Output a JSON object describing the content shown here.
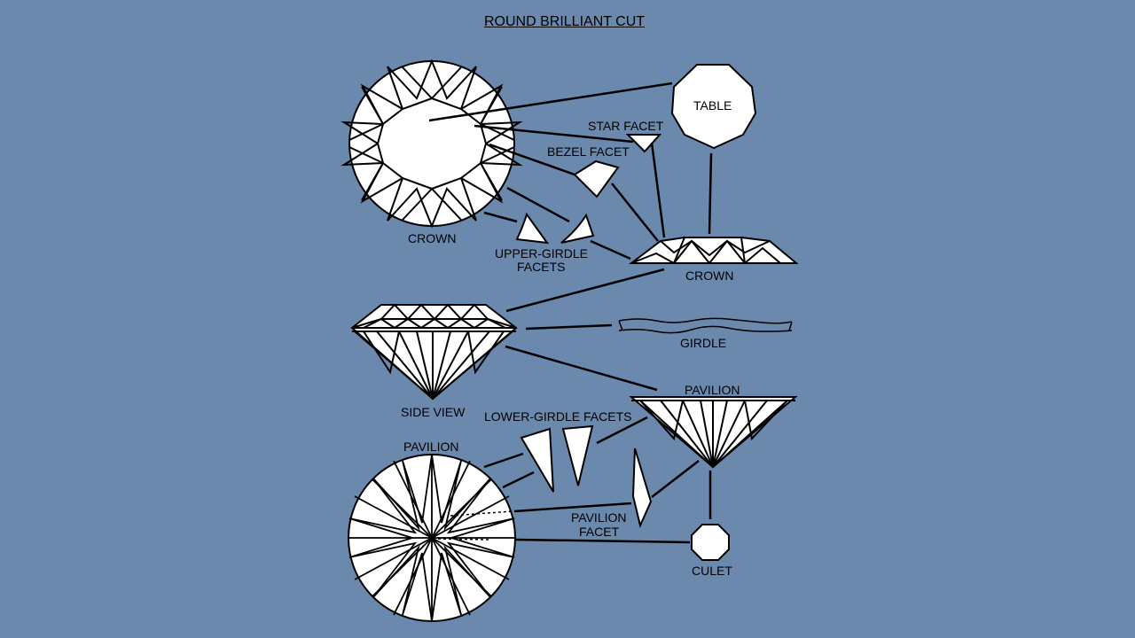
{
  "title": "ROUND BRILLIANT CUT",
  "labels": {
    "table": "TABLE",
    "star_facet": "STAR FACET",
    "bezel_facet": "BEZEL FACET",
    "crown_top": "CROWN",
    "upper_girdle_1": "UPPER-GIRDLE",
    "upper_girdle_2": "FACETS",
    "crown_side": "CROWN",
    "girdle": "GIRDLE",
    "side_view": "SIDE VIEW",
    "pavilion_side": "PAVILION",
    "lower_girdle": "LOWER-GIRDLE FACETS",
    "pavilion_bottom": "PAVILION",
    "pavilion_facet_1": "PAVILION",
    "pavilion_facet_2": "FACET",
    "culet": "CULET"
  },
  "colors": {
    "background": "#6a89ad",
    "facet_fill": "#ffffff",
    "line": "#000000"
  }
}
